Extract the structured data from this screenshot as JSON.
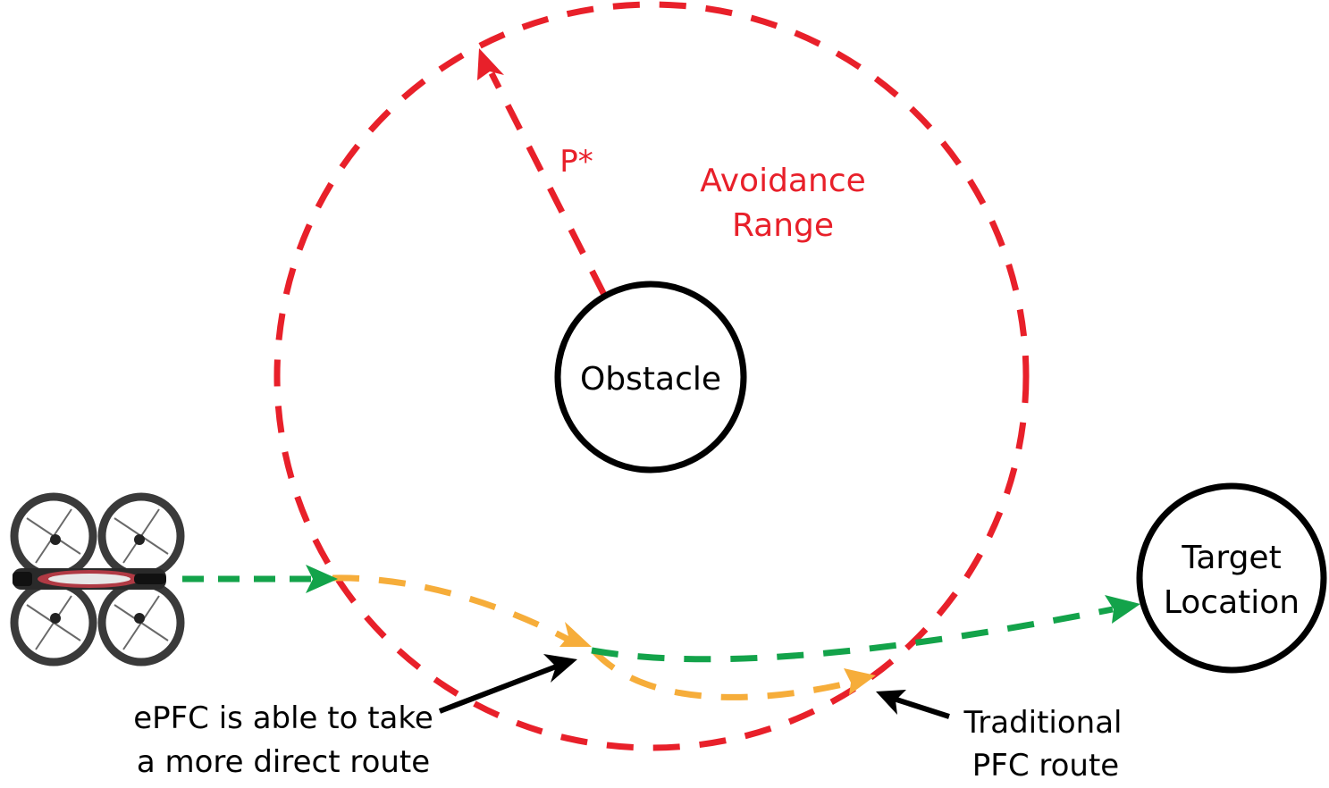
{
  "labels": {
    "avoidance_line1": "Avoidance",
    "avoidance_line2": "Range",
    "radius": "P*",
    "obstacle": "Obstacle",
    "target_line1": "Target",
    "target_line2": "Location",
    "epfc_line1": "ePFC is able to take",
    "epfc_line2": "a more direct route",
    "pfc_line1": "Traditional",
    "pfc_line2": "PFC route"
  },
  "colors": {
    "avoidance": "#e8202a",
    "epfc_path": "#13a34a",
    "pfc_path": "#f6ad3a",
    "outline": "#000000",
    "drone_frame": "#3a3a3a"
  },
  "icons": {
    "drone": "quadcopter-icon"
  }
}
